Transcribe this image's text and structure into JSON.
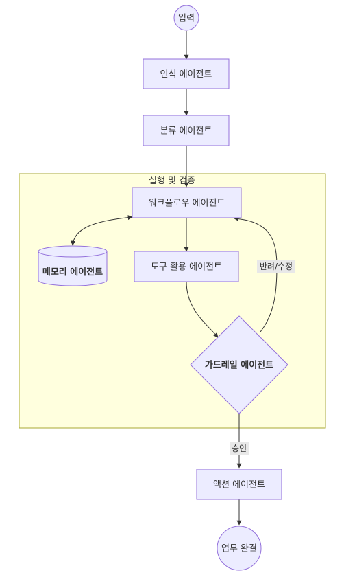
{
  "diagram": {
    "type": "flowchart",
    "direction": "top-down",
    "colors": {
      "node_fill": "#ECECFF",
      "node_stroke": "#9370DB",
      "cluster_fill": "#FFFFDE",
      "cluster_stroke": "#AAAA33",
      "edge": "#333333",
      "edge_label_bg": "#E8E8E8"
    },
    "cluster": {
      "title": "실행 및 검증"
    },
    "nodes": {
      "input": {
        "label": "입력",
        "shape": "circle"
      },
      "recognition": {
        "label": "인식 에이전트",
        "shape": "rect"
      },
      "classification": {
        "label": "분류 에이전트",
        "shape": "rect"
      },
      "workflow": {
        "label": "워크플로우 에이전트",
        "shape": "rect"
      },
      "memory": {
        "label": "메모리 에이전트",
        "shape": "cylinder"
      },
      "tool": {
        "label": "도구 활용 에이전트",
        "shape": "rect"
      },
      "guardrail": {
        "label": "가드레일 에이전트",
        "shape": "diamond"
      },
      "action": {
        "label": "액션 에이전트",
        "shape": "rect"
      },
      "done": {
        "label": "업무 완결",
        "shape": "circle"
      }
    },
    "edges": [
      {
        "from": "input",
        "to": "recognition",
        "label": ""
      },
      {
        "from": "recognition",
        "to": "classification",
        "label": ""
      },
      {
        "from": "classification",
        "to": "workflow",
        "label": ""
      },
      {
        "from": "workflow",
        "to": "memory",
        "label": "",
        "bidirectional": true
      },
      {
        "from": "workflow",
        "to": "tool",
        "label": ""
      },
      {
        "from": "tool",
        "to": "guardrail",
        "label": ""
      },
      {
        "from": "guardrail",
        "to": "workflow",
        "label": "반려/수정"
      },
      {
        "from": "guardrail",
        "to": "action",
        "label": "승인"
      },
      {
        "from": "action",
        "to": "done",
        "label": ""
      }
    ]
  }
}
